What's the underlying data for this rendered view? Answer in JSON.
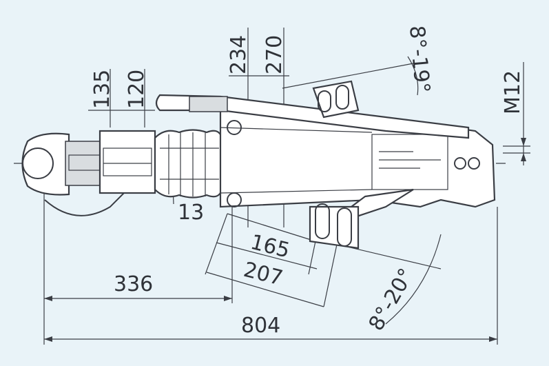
{
  "dimensions": {
    "d135": "135",
    "d120": "120",
    "d234": "234",
    "d270": "270",
    "angle_up": "8°-19°",
    "thread": "M12",
    "d13": "13",
    "d165": "165",
    "d207": "207",
    "d336": "336",
    "angle_down": "8°-20°",
    "d804": "804"
  },
  "colors": {
    "background": "#e9f3f8",
    "line": "#3a3d44"
  }
}
